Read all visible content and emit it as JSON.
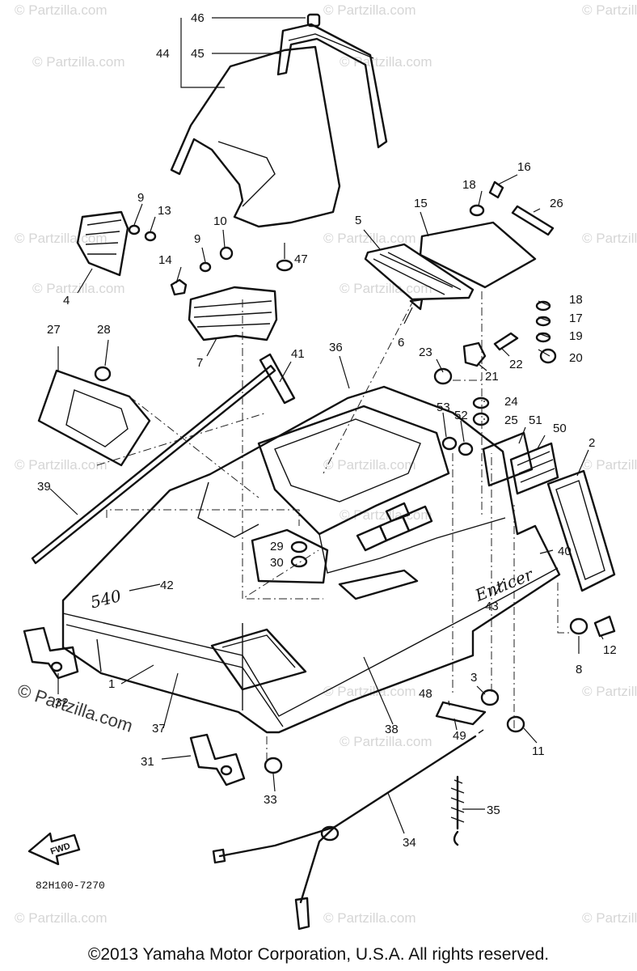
{
  "watermark": {
    "text": "© Partzilla.com",
    "logo_text": "© Partzilla.com"
  },
  "diagram_code": "82H100-7270",
  "fwd_label": "FWD",
  "model_badge": "540",
  "hood_script": "Enticer",
  "copyright": "©2013 Yamaha Motor Corporation, U.S.A. All rights reserved.",
  "callouts": [
    "46",
    "44",
    "45",
    "16",
    "18",
    "26",
    "15",
    "9",
    "13",
    "10",
    "9",
    "14",
    "47",
    "5",
    "4",
    "7",
    "18",
    "17",
    "19",
    "20",
    "27",
    "28",
    "41",
    "36",
    "6",
    "23",
    "22",
    "21",
    "24",
    "25",
    "53",
    "52",
    "51",
    "50",
    "2",
    "39",
    "29",
    "30",
    "40",
    "42",
    "43",
    "12",
    "8",
    "1",
    "32",
    "37",
    "38",
    "3",
    "48",
    "49",
    "11",
    "31",
    "33",
    "35",
    "34"
  ]
}
